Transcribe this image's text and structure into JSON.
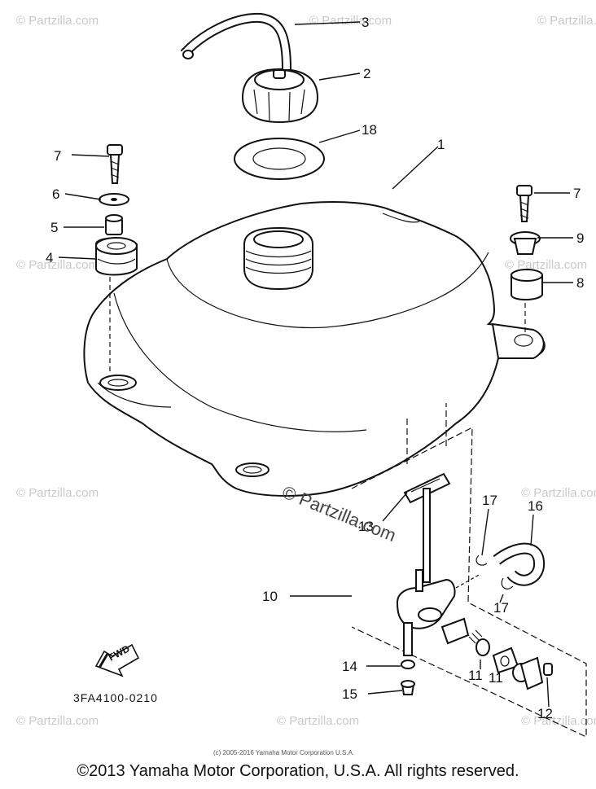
{
  "watermark": "© Partzilla.com",
  "center_watermark": "© Partzilla.com",
  "labels": {
    "p1": "1",
    "p2": "2",
    "p3": "3",
    "p4": "4",
    "p5": "5",
    "p6": "6",
    "p7a": "7",
    "p7b": "7",
    "p8": "8",
    "p9": "9",
    "p10": "10",
    "p11a": "11",
    "p11b": "11",
    "p12": "12",
    "p13": "13",
    "p14": "14",
    "p15": "15",
    "p16": "16",
    "p17a": "17",
    "p17b": "17",
    "p18": "18"
  },
  "fwd_label": "FWD",
  "diagram_code": "3FA4100-0210",
  "fine_print": "(c) 2005-2016 Yamaha Motor Corporation U.S.A.",
  "copyright": "©2013 Yamaha Motor Corporation, U.S.A. All rights reserved."
}
